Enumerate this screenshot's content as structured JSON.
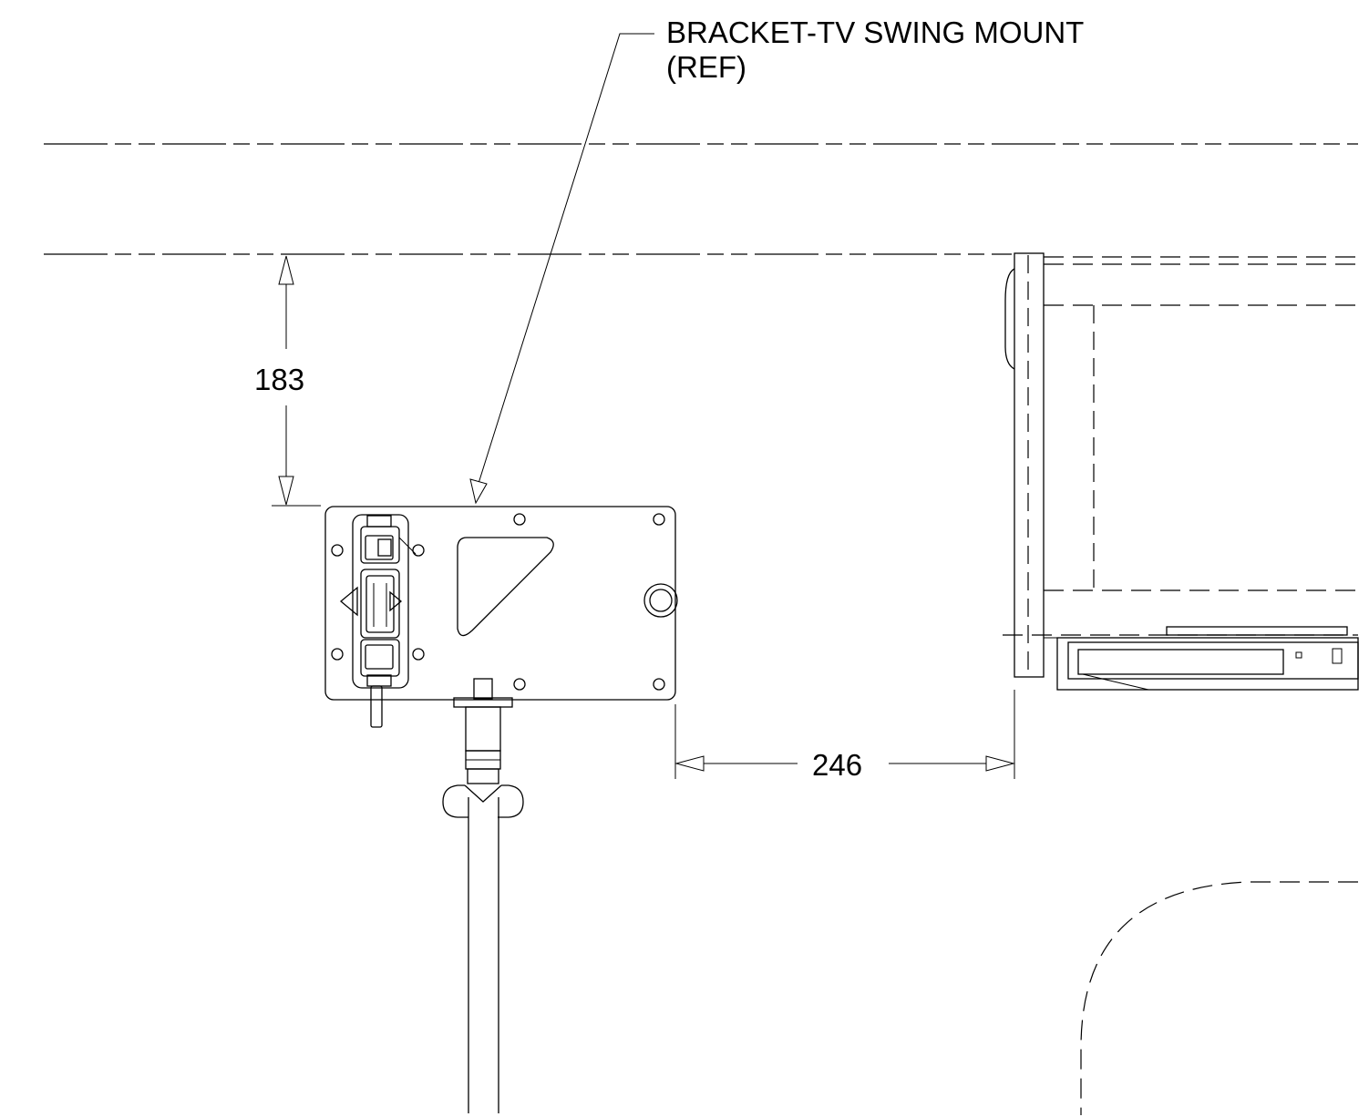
{
  "callout": {
    "line1": "BRACKET-TV SWING MOUNT",
    "line2": "(REF)"
  },
  "dimensions": {
    "vertical": "183",
    "horizontal": "246"
  }
}
